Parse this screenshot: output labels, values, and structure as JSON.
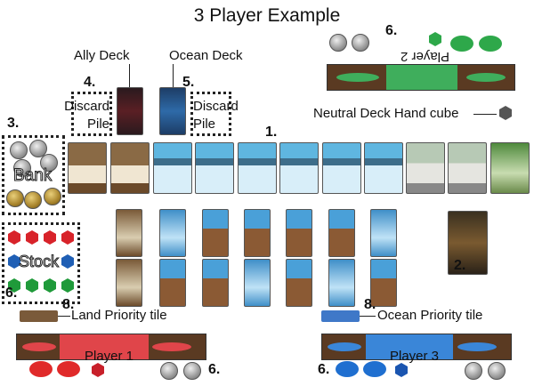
{
  "title": "3 Player Example",
  "labels": {
    "ally_deck": "Ally Deck",
    "ocean_deck": "Ocean Deck",
    "discard_pile": "Discard Pile",
    "neutral_cube": "Neutral Deck Hand cube",
    "bank": "Bank",
    "stock": "Stock",
    "land_priority": "Land Priority tile",
    "ocean_priority": "Ocean Priority tile"
  },
  "players": [
    "Player 1",
    "Player 2",
    "Player 3"
  ],
  "step_numbers": {
    "one": "1.",
    "two": "2.",
    "three": "3.",
    "four": "4.",
    "five": "5.",
    "six": "6.",
    "eight": "8."
  },
  "colors": {
    "player1": "#e02a2a",
    "player2": "#2ea84a",
    "player3": "#1f6fd0"
  }
}
